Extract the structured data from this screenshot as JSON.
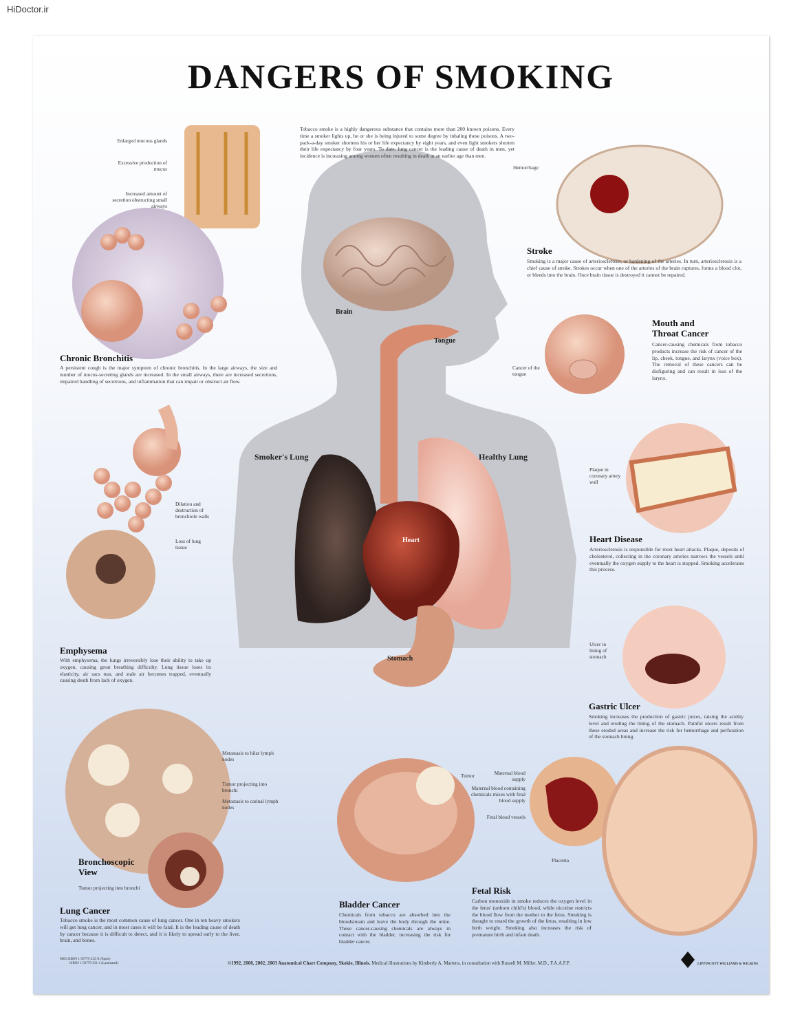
{
  "watermark": "HiDoctor.ir",
  "title": "DANGERS OF SMOKING",
  "intro": "Tobacco smoke is a highly dangerous substance that contains more than 200 known poisons. Every time a smoker lights up, he or she is being injured to some degree by inhaling these poisons. A two-pack-a-day smoker shortens his or her life expectancy by eight years, and even light smokers shorten their life expectancy by four years. To date, lung cancer is the leading cause of death in men, yet incidence is increasing among women often resulting in death at an earlier age than men.",
  "center_labels": {
    "brain": "Brain",
    "tongue": "Tongue",
    "smokers_lung": "Smoker's Lung",
    "healthy_lung": "Healthy Lung",
    "heart": "Heart",
    "stomach": "Stomach"
  },
  "sections": {
    "bronchitis": {
      "title": "Chronic Bronchitis",
      "text": "A persistent cough is the major symptom of chronic bronchitis. In the large airways, the size and number of mucus-secreting glands are increased. In the small airways, there are increased secretions, impaired handling of secretions, and inflammation  that can impair or obstruct air flow.",
      "labels": [
        "Enlarged mucous glands",
        "Excessive production of mucus",
        "Increased amount of secretion obstructing small airways"
      ]
    },
    "stroke": {
      "title": "Stroke",
      "text": "Smoking is a major cause of arteriosclerosis, or hardening of the arteries. In turn, arteriosclerosis is a chief cause of stroke. Strokes occur when one of the arteries of the brain ruptures, forms a blood clot, or bleeds into the brain. Once brain tissue is destroyed it cannot be repaired.",
      "labels": [
        "Hemorrhage"
      ]
    },
    "mouth": {
      "title_line1": "Mouth and",
      "title_line2": "Throat Cancer",
      "text": "Cancer-causing chemicals from tobacco products increase the risk of cancer of the lip, cheek, tongue, and larynx (voice box). The removal of these cancers can be disfiguring and can result in loss of the larynx.",
      "labels": [
        "Cancer of the tongue"
      ]
    },
    "emphysema": {
      "title": "Emphysema",
      "text": "With emphysema, the lungs irreversibly lose their ability to take up oxygen, causing great breathing difficulty. Lung tissue loses its elasticity, air sacs tear, and stale air becomes trapped, eventually causing death from lack of oxygen.",
      "labels": [
        "Dilation and destruction of bronchiole walls",
        "Loss of lung tissue"
      ]
    },
    "heart": {
      "title": "Heart Disease",
      "text": "Arteriosclerosis is responsible for most heart attacks. Plaque, deposits of cholesterol, collecting in the coronary arteries narrows the vessels until eventually the oxygen supply to the heart is stopped. Smoking accelerates this process.",
      "labels": [
        "Plaque in coronary artery wall"
      ]
    },
    "gastric": {
      "title": "Gastric Ulcer",
      "text": "Smoking increases the production of gastric juices, raising the acidity level and eroding the lining of the stomach. Painful ulcers result from these eroded areas and increase the risk for hemorrhage and perforation of the stomach lining.",
      "labels": [
        "Ulcer in lining of stomach"
      ]
    },
    "lung_cancer": {
      "title": "Lung Cancer",
      "sub_title_line1": "Bronchoscopic",
      "sub_title_line2": "View",
      "sub_caption": "Tumor projecting into bronchi",
      "text": "Tobacco smoke is the most common cause of lung cancer. One in ten heavy smokers will get lung cancer, and in most cases it will be fatal. It is the leading cause of death by cancer because it is difficult to detect, and it is likely to spread early to the liver, brain, and bones.",
      "labels": [
        "Metastasis to hilar lymph nodes",
        "Tumor projecting into bronchi",
        "Metastasis to carinal lymph nodes"
      ]
    },
    "bladder": {
      "title": "Bladder Cancer",
      "text": "Chemicals from tobacco are absorbed into the bloodstream and leave the body through the urine. These cancer-causing chemicals are always in contact with the bladder, increasing the risk for bladder cancer.",
      "labels": [
        "Tumor"
      ]
    },
    "fetal": {
      "title": "Fetal Risk",
      "text": "Carbon monoxide in smoke reduces the oxygen level in the fetus' (unborn child's) blood, while nicotine restricts the blood flow from the mother to the fetus. Smoking is thought to retard the growth of the fetus, resulting in low birth weight. Smoking also increases the risk of premature birth and infant death.",
      "labels": [
        "Maternal blood supply",
        "Maternal blood containing chemicals mixes with fetal blood supply",
        "Fetal blood vessels",
        "Placenta"
      ]
    }
  },
  "footer": {
    "isbn1": "9865  ISBN# 1-56779-232-X (Paper)",
    "isbn2": "ISBN# 1-56779-231-1 (Laminated)",
    "copyright": "©1992, 2000, 2002, 2003 Anatomical Chart Company, Skokie, Illinois.",
    "credits": "Medical illustrations by Kimberly A. Martens, in consultation with Russell M. Miller, M.D., F.A.A.F.P.",
    "publisher": "LIPPINCOTT WILLIAMS & WILKINS"
  }
}
